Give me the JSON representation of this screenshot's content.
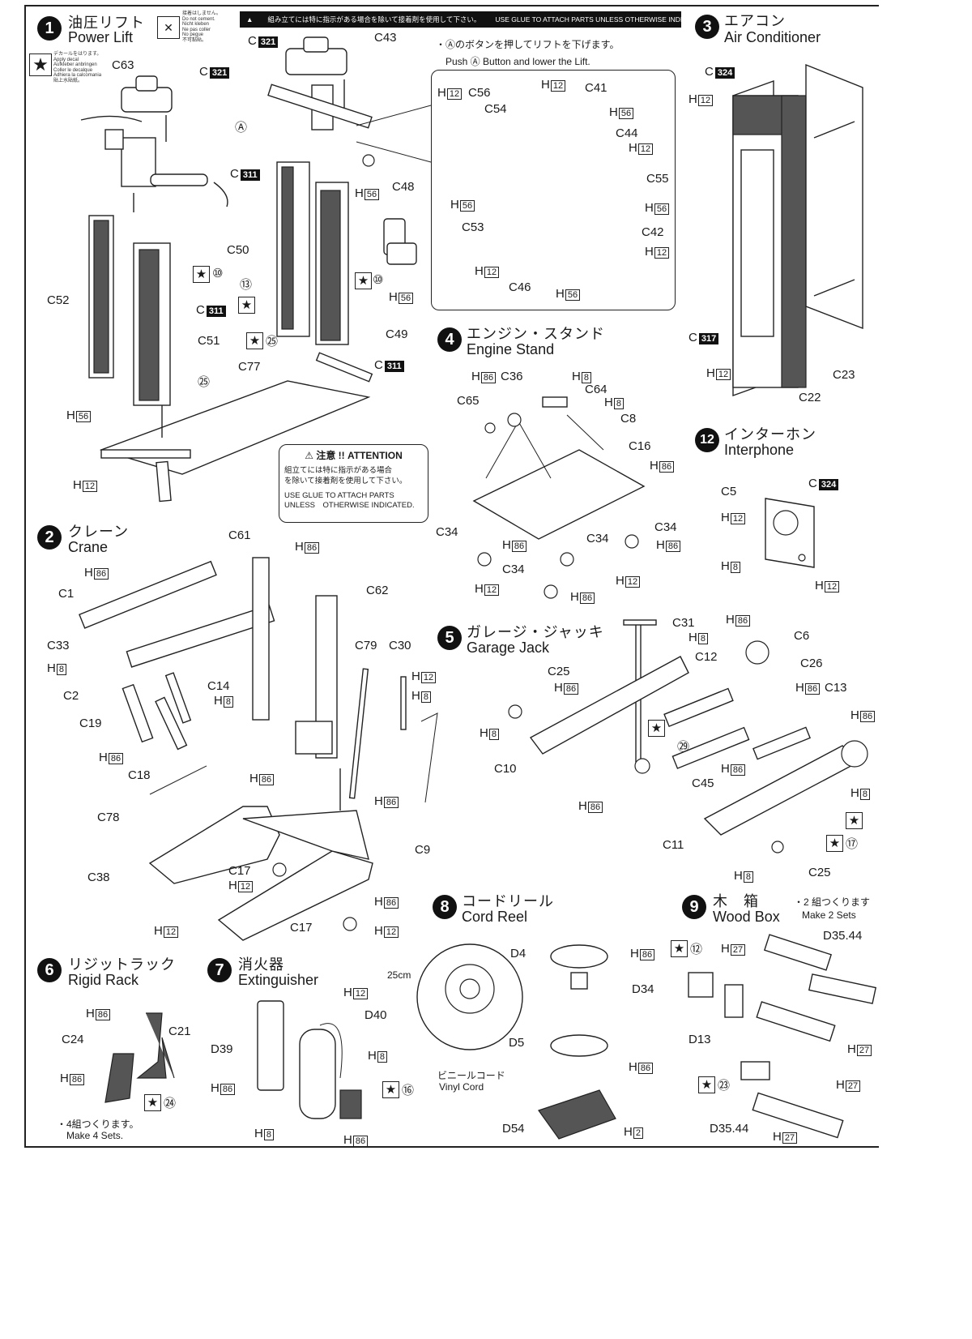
{
  "header": {
    "glue_bar_jp": "組み立てには特に指示がある場合を除いて接着剤を使用して下さい。",
    "glue_bar_en": "USE GLUE TO ATTACH PARTS UNLESS OTHERWISE INDICATED",
    "no_glue_notes": [
      "接着はしません。",
      "Do not cement.",
      "Nicht kleben",
      "Ne pas coller",
      "No pegue",
      "不可黏貼。"
    ],
    "decal_notes": [
      "デカールをはります。",
      "Apply decal",
      "Aufkleber anbringen",
      "Coller le decalque",
      "Adhiera la calcomania",
      "貼上水貼紙。"
    ]
  },
  "steps": [
    {
      "num": "1",
      "title_jp": "油圧リフト",
      "title_en": "Power Lift"
    },
    {
      "num": "2",
      "title_jp": "クレーン",
      "title_en": "Crane"
    },
    {
      "num": "3",
      "title_jp": "エアコン",
      "title_en": "Air Conditioner"
    },
    {
      "num": "4",
      "title_jp": "エンジン・スタンド",
      "title_en": "Engine Stand"
    },
    {
      "num": "5",
      "title_jp": "ガレージ・ジャッキ",
      "title_en": "Garage Jack"
    },
    {
      "num": "6",
      "title_jp": "リジットラック",
      "title_en": "Rigid Rack"
    },
    {
      "num": "7",
      "title_jp": "消火器",
      "title_en": "Extinguisher"
    },
    {
      "num": "8",
      "title_jp": "コードリール",
      "title_en": "Cord Reel"
    },
    {
      "num": "9",
      "title_jp": "木　箱",
      "title_en": "Wood Box"
    },
    {
      "num": "12",
      "title_jp": "インターホン",
      "title_en": "Interphone"
    }
  ],
  "lift_note": {
    "jp": "・Ⓐのボタンを押してリフトを下げます。",
    "en": "Push Ⓐ Button and lower the Lift."
  },
  "attention": {
    "title": "⚠ 注意 !! ATTENTION",
    "jp_lines": [
      "組立てには特に指示がある場合",
      "を除いて接着剤を使用して下さい。"
    ],
    "en_lines": [
      "USE GLUE TO ATTACH PARTS",
      "UNLESS　OTHERWISE INDICATED."
    ]
  },
  "notes": {
    "rigid_rack_jp": "・4組つくります。",
    "rigid_rack_en": "Make 4 Sets.",
    "wood_box_jp": "・2 組つくります",
    "wood_box_en": "Make 2 Sets",
    "cord_length": "25cm",
    "vinyl_cord_jp": "ビニールコード",
    "vinyl_cord_en": "Vinyl Cord"
  },
  "labels": {
    "c": "C",
    "h": "H",
    "a": "Ⓐ",
    "n321": "321",
    "n311": "311",
    "n324": "324",
    "n317": "317",
    "h12": "12",
    "h56": "56",
    "h86": "86",
    "h8": "8",
    "h27": "27",
    "h2": "2",
    "C43": "C43",
    "C63": "C63",
    "C48": "C48",
    "C50": "C50",
    "C52": "C52",
    "C51": "C51",
    "C49": "C49",
    "C77": "C77",
    "C56": "C56",
    "C54": "C54",
    "C41": "C41",
    "C44": "C44",
    "C55": "C55",
    "C53": "C53",
    "C42": "C42",
    "C46": "C46",
    "C23": "C23",
    "C22": "C22",
    "C5": "C5",
    "C36": "C36",
    "C65": "C65",
    "C64": "C64",
    "C8": "C8",
    "C16": "C16",
    "C34": "C34",
    "C61": "C61",
    "C1": "C1",
    "C33": "C33",
    "C62": "C62",
    "C2": "C2",
    "C14": "C14",
    "C79": "C79",
    "C30": "C30",
    "C19": "C19",
    "C18": "C18",
    "C78": "C78",
    "C38": "C38",
    "C17": "C17",
    "C9": "C9",
    "C31": "C31",
    "C25": "C25",
    "C12": "C12",
    "C6": "C6",
    "C26": "C26",
    "C13": "C13",
    "C10": "C10",
    "C45": "C45",
    "C11": "C11",
    "C21": "C21",
    "C24": "C24",
    "D40": "D40",
    "D39": "D39",
    "D4": "D4",
    "D34": "D34",
    "D5": "D5",
    "D54": "D54",
    "D3544": "D35.44",
    "D13": "D13",
    "m10": "⑩",
    "m13": "⑬",
    "m25": "㉕",
    "m29": "㉙",
    "m17": "⑰",
    "m24": "㉔",
    "m16": "⑯",
    "m12": "⑫",
    "m23": "㉓"
  }
}
